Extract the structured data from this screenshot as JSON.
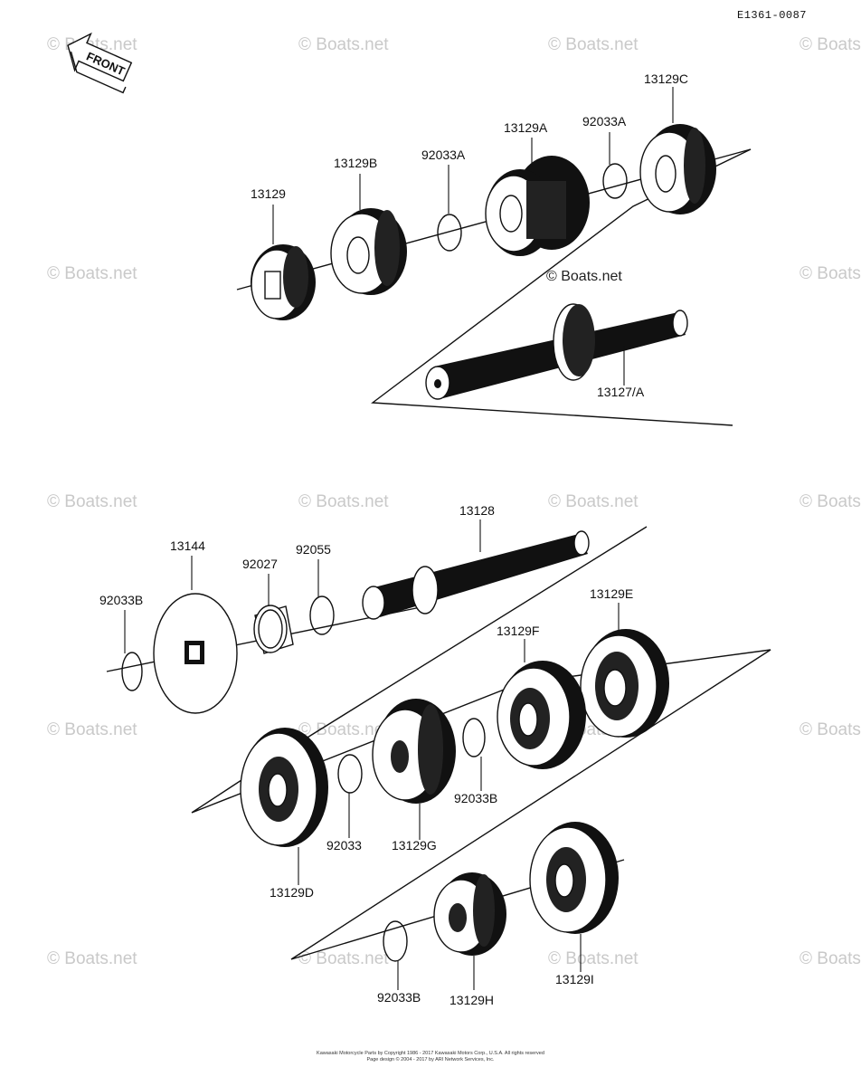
{
  "diagram_code": "E1361-0087",
  "front_badge": "FRONT",
  "watermark": "© Boats.net",
  "watermark_center": "© Boats.net",
  "footer_lines": [
    "Kawasaki Motorcycle Parts by Copyright 1986 - 2017 Kawasaki Motors Corp., U.S.A. All rights reserved",
    "Page design © 2004 - 2017 by ARI Network Services, Inc."
  ],
  "parts": {
    "p13129": "13129",
    "p13129B": "13129B",
    "p92033A_1": "92033A",
    "p13129A": "13129A",
    "p92033A_2": "92033A",
    "p13129C": "13129C",
    "p13127A": "13127/A",
    "p13128": "13128",
    "p13144": "13144",
    "p92027": "92027",
    "p92055": "92055",
    "p92033B_1": "92033B",
    "p13129E": "13129E",
    "p13129F": "13129F",
    "p92033B_2": "92033B",
    "p92033": "92033",
    "p13129G": "13129G",
    "p13129D": "13129D",
    "p92033B_3": "92033B",
    "p13129H": "13129H",
    "p13129I": "13129I"
  }
}
